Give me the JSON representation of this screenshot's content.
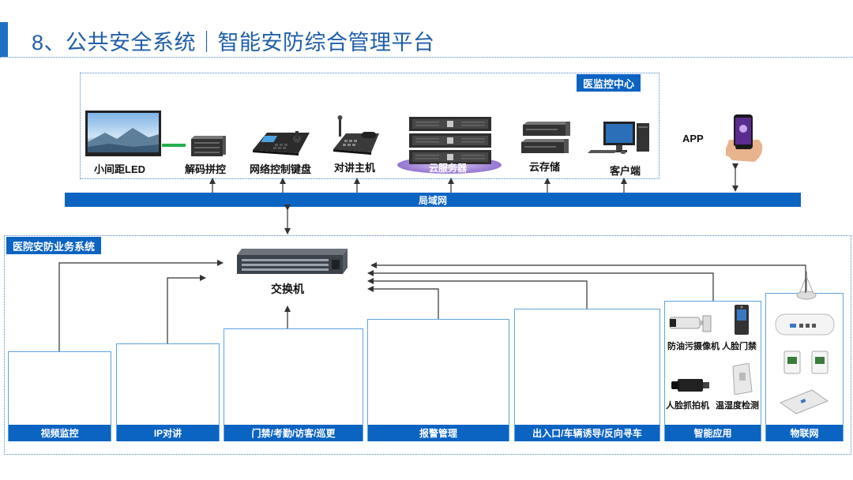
{
  "title": "8、公共安全系统｜智能安防综合管理平台",
  "center": {
    "label": "医监控中心",
    "devices": [
      {
        "id": "led",
        "label": "小间距LED",
        "icon": "led-screen-icon"
      },
      {
        "id": "decoder",
        "label": "解码拼控",
        "icon": "decoder-icon"
      },
      {
        "id": "keyboard",
        "label": "网络控制键盘",
        "icon": "control-keyboard-icon"
      },
      {
        "id": "intercom",
        "label": "对讲主机",
        "icon": "intercom-host-icon"
      },
      {
        "id": "cloud-server",
        "label": "云服务器",
        "icon": "server-rack-icon"
      },
      {
        "id": "cloud-storage",
        "label": "云存储",
        "icon": "storage-icon"
      },
      {
        "id": "client",
        "label": "客户端",
        "icon": "desktop-computer-icon"
      }
    ],
    "app_label": "APP"
  },
  "lan_label": "局域网",
  "business": {
    "label": "医院安防业务系统",
    "switch_label": "交换机",
    "systems": [
      {
        "id": "video",
        "label": "视频监控"
      },
      {
        "id": "ip-intercom",
        "label": "IP对讲"
      },
      {
        "id": "access",
        "label": "门禁/考勤/访客/巡更"
      },
      {
        "id": "alarm",
        "label": "报警管理"
      },
      {
        "id": "parking",
        "label": "出入口/车辆诱导/反向寻车"
      },
      {
        "id": "smart",
        "label": "智能应用"
      },
      {
        "id": "iot",
        "label": "物联网"
      }
    ],
    "smart_items": [
      {
        "label": "防油污摄像机",
        "icon": "bullet-camera-icon"
      },
      {
        "label": "人脸门禁",
        "icon": "face-access-terminal-icon"
      },
      {
        "label": "人脸抓拍机",
        "icon": "box-camera-icon"
      },
      {
        "label": "温湿度检测",
        "icon": "temperature-sensor-icon"
      }
    ]
  }
}
